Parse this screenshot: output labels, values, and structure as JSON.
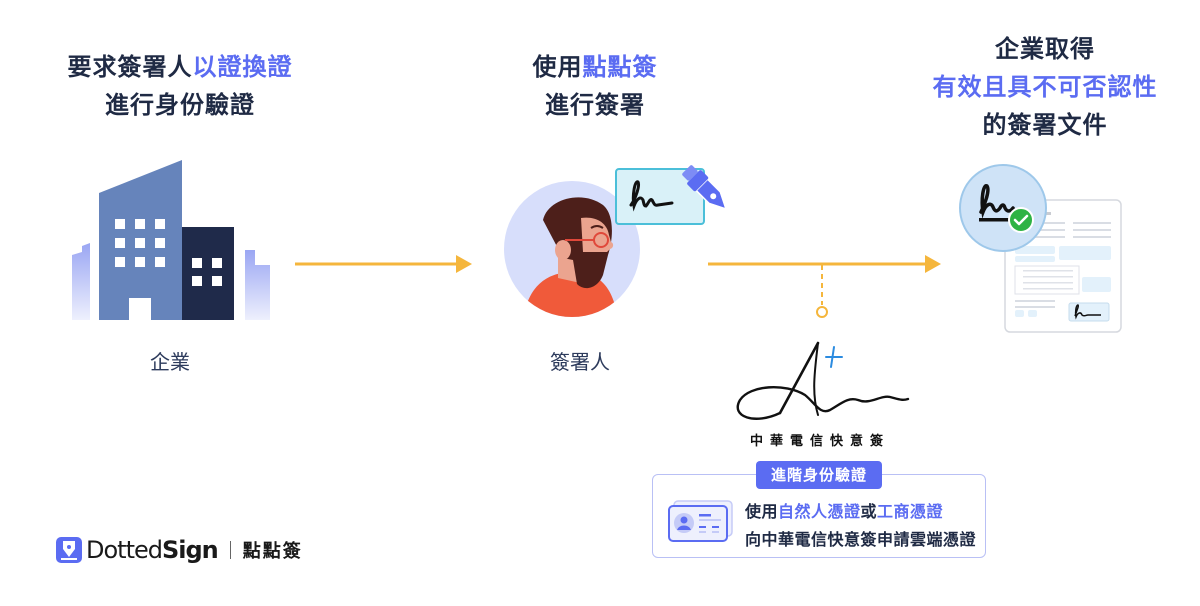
{
  "steps": [
    {
      "heading_pre": "要求簽署人",
      "heading_hl": "以證換證",
      "heading_line2": "進行身份驗證",
      "label": "企業",
      "icon": "building-icon"
    },
    {
      "heading_pre": "使用",
      "heading_hl": "點點簽",
      "heading_line2": "進行簽署",
      "label": "簽署人",
      "icon": "signer-avatar-icon"
    },
    {
      "heading_line1": "企業取得",
      "heading_hl": "有效且具不可否認性",
      "heading_line3": "的簽署文件",
      "icon": "signed-document-icon"
    }
  ],
  "cht": {
    "name": "中華電信快意簽",
    "logo_icon": "cht-a-plus-logo"
  },
  "advanced_verification": {
    "badge": "進階身份驗證",
    "line1_pre": "使用",
    "line1_hl1": "自然人憑證",
    "line1_mid": "或",
    "line1_hl2": "工商憑證",
    "line2": "向中華電信快意簽申請雲端憑證",
    "icon": "id-card-icon"
  },
  "brand": {
    "name_light": "Dotted",
    "name_bold": "Sign",
    "name_zh": "點點簽"
  },
  "colors": {
    "accent": "#5b6cf2",
    "text_dark": "#1f2a44",
    "arrow": "#f5b63c",
    "building_main": "#6684bb",
    "building_dark": "#1f2a4a",
    "avatar_bg": "#d7defb",
    "check_green": "#2fb344"
  }
}
